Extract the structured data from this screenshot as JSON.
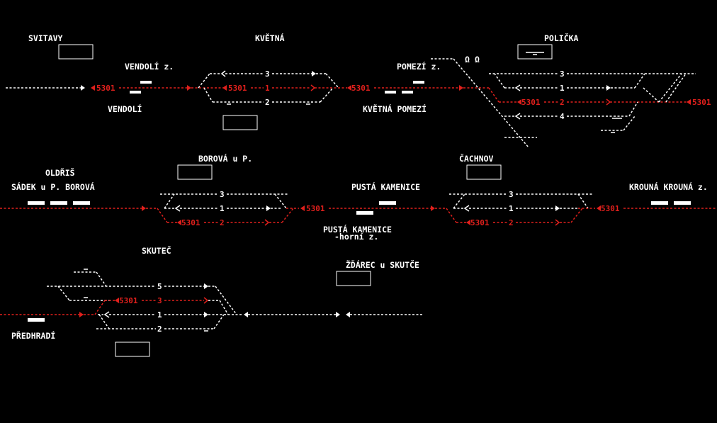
{
  "stations": {
    "svitavy": "SVITAVY",
    "kvetna": "KVĚTNÁ",
    "policka": "POLIČKA",
    "vendoli_z": "VENDOLÍ z.",
    "pomezi_z": "POMEZÍ z.",
    "vendoli": "VENDOLÍ",
    "kvetna_pomezi": "KVĚTNÁ POMEZÍ",
    "borova_u_p": "BOROVÁ u P.",
    "cachnov": "ČACHNOV",
    "oldris": "OLDŘIŠ",
    "sadek_u_p_borova": "SÁDEK u P. BOROVÁ",
    "pusta_kamenice": "PUSTÁ KAMENICE",
    "krouna_krouna_z": "KROUNÁ KROUNÁ z.",
    "pusta_kamenice_horni_1": "PUSTÁ KAMENICE",
    "pusta_kamenice_horni_2": "-horní z.",
    "skutec": "SKUTEČ",
    "zdarec_u_skutce": "ŽĎÁREC u SKUTČE",
    "predhradi": "PŘEDHRADÍ"
  },
  "train_number": "5301",
  "tracks": {
    "t1": "1",
    "t2": "2",
    "t3": "3",
    "t4": "4",
    "t5": "5"
  },
  "colors": {
    "background": "#000000",
    "free": "#ffffff",
    "occupied": "#e0201c"
  }
}
